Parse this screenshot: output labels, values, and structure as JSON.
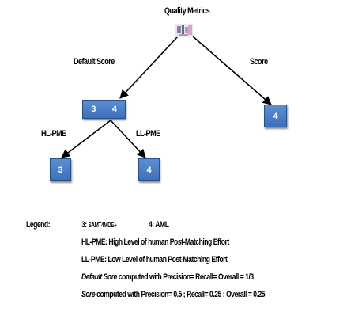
{
  "tree": {
    "root_label": "Quality Metrics",
    "edge_left_label": "Default Score",
    "edge_right_label": "Score",
    "node_default": {
      "left": "3",
      "right": "4"
    },
    "node_score": "4",
    "edge_hl_label": "HL-PME",
    "edge_ll_label": "LL-PME",
    "node_hl": "3",
    "node_ll": "4"
  },
  "legend": {
    "title": "Legend:",
    "tool3_key": "3:",
    "tool3_name": "SAMT4MDE+",
    "tool4_key": "4:",
    "tool4_name": "AML",
    "hl_key": "HL-PME:",
    "hl_text": "High Level of human Post-Matching Effort",
    "ll_key": "LL-PME:",
    "ll_text": "Low Level of human Post-Matching Effort",
    "default_italic": "Default Sore",
    "default_text": "computed with Precision= Recall= Overall = 1/3",
    "score_italic": "Sore",
    "score_text": "computed with Precision= 0.5 ; Recall= 0.25 ; Overall = 0.25"
  },
  "colors": {
    "node_fill": "#4a7cc4",
    "edge": "#000000"
  }
}
